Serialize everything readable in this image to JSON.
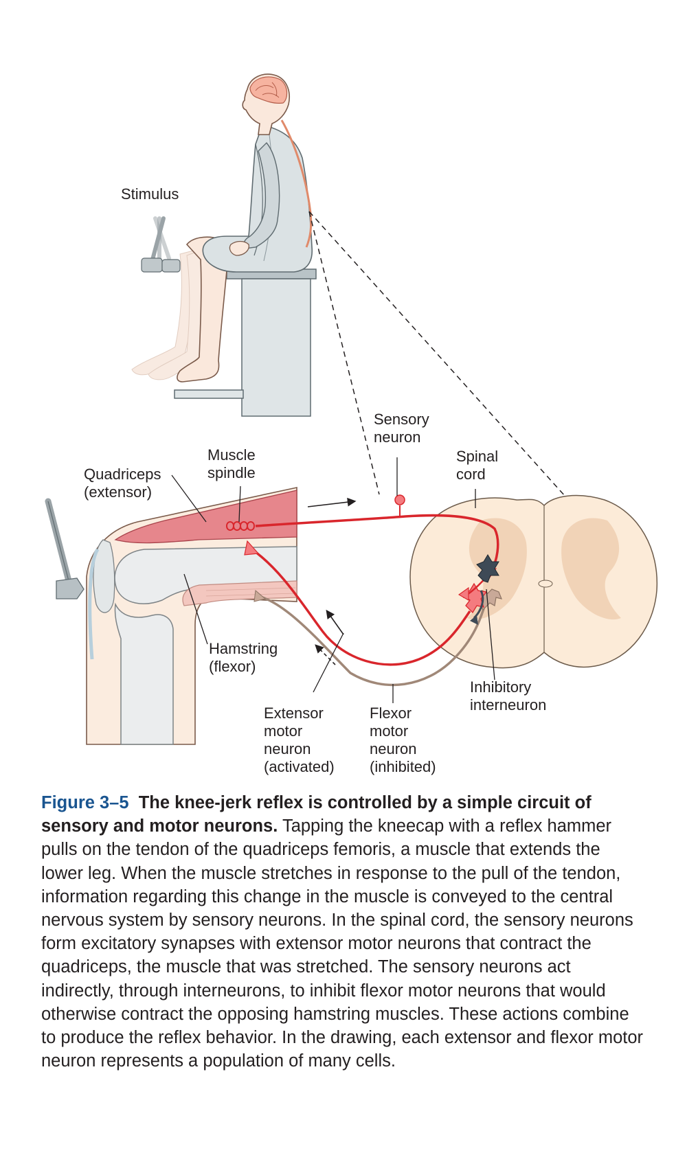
{
  "labels": {
    "stimulus": "Stimulus",
    "sensory_neuron": [
      "Sensory",
      "neuron"
    ],
    "muscle_spindle": [
      "Muscle",
      "spindle"
    ],
    "quadriceps": [
      "Quadriceps",
      "(extensor)"
    ],
    "spinal_cord": [
      "Spinal",
      "cord"
    ],
    "hamstring": [
      "Hamstring",
      "(flexor)"
    ],
    "inhibitory_interneuron": [
      "Inhibitory",
      "interneuron"
    ],
    "extensor_motor_neuron": [
      "Extensor",
      "motor",
      "neuron",
      "(activated)"
    ],
    "flexor_motor_neuron": [
      "Flexor",
      "motor",
      "neuron",
      "(inhibited)"
    ]
  },
  "caption": {
    "figure_number": "Figure 3–5",
    "lead": "The knee-jerk reflex is controlled by a simple circuit of sensory and motor neurons.",
    "body": "Tapping the kneecap with a reflex hammer pulls on the tendon of the quadriceps femoris, a muscle that extends the lower leg. When the muscle stretches in response to the pull of the tendon, information regarding this change in the muscle is conveyed to the central nervous system by sensory neurons. In the spinal cord, the sensory neurons form excitatory synapses with extensor motor neurons that contract the quadriceps, the muscle that was stretched. The sensory neurons act indirectly, through interneurons, to inhibit flexor motor neurons that would otherwise contract the opposing hamstring muscles. These actions combine to produce the reflex behavior. In the drawing, each extensor and flexor motor neuron represents a population of many cells."
  },
  "colors": {
    "excitatory_neuron": "#d9262c",
    "inhibited_neuron": "#a08878",
    "interneuron": "#3e4a56",
    "fig_number": "#1a5590"
  }
}
